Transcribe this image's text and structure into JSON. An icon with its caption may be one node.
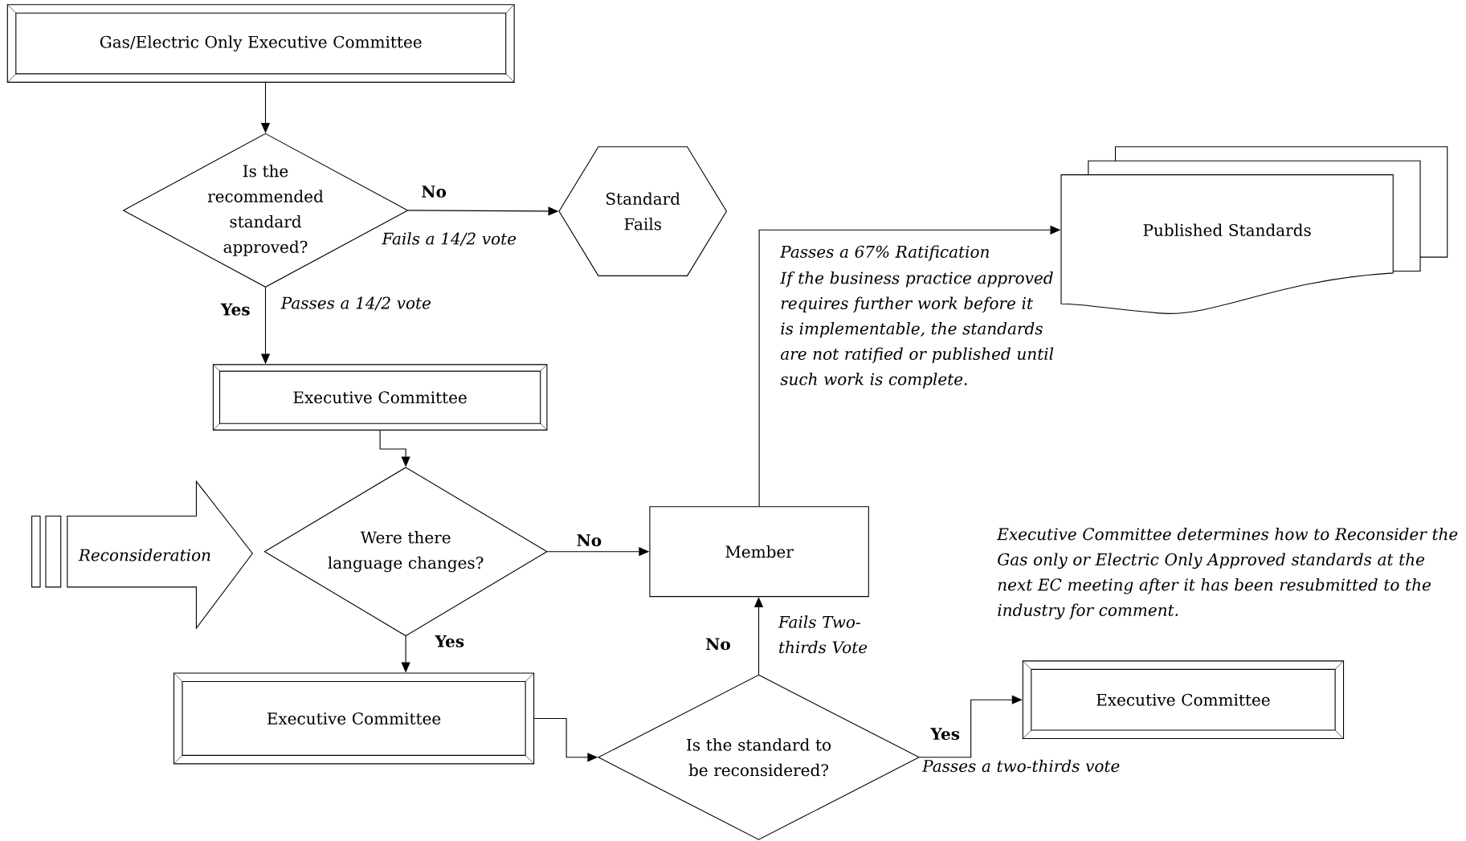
{
  "diagram": {
    "nodes": [
      {
        "text": [
          "Gas/Electric Only Executive Committee"
        ]
      },
      {
        "text": [
          "Is the recommended standard approved?"
        ]
      },
      {
        "text": [
          "Standard Fails"
        ]
      },
      {
        "text": [
          "Published Standards"
        ]
      },
      {
        "text": [
          "Executive Committee"
        ]
      },
      {
        "text": [
          "Reconsideration"
        ]
      },
      {
        "text": [
          "Were there language changes?"
        ]
      },
      {
        "text": [
          "Member"
        ]
      },
      {
        "text": [
          "Executive Committee"
        ]
      },
      {
        "text": [
          "Is the standard to be reconsidered?"
        ]
      },
      {
        "text": [
          "Executive Committee"
        ],
        "beside": [
          "Executive Committee determines how to Reconsider the Gas only or Electric Only Approved standards at the next EC meeting after it has been resubmitted to the industry for comment."
        ]
      }
    ],
    "edges": [
      {
        "from": 0,
        "to": 1,
        "arrow": "to"
      },
      {
        "from": 1,
        "to": 2,
        "arrow": "to",
        "label": "No"
      },
      {
        "from": 1,
        "to": 4,
        "arrow": "to",
        "label": "Yes"
      },
      {
        "from": 4,
        "to": 6,
        "arrow": "to"
      },
      {
        "from": 6,
        "to": 7,
        "arrow": "to",
        "label": "No"
      },
      {
        "from": 6,
        "to": 8,
        "arrow": "to",
        "label": "Yes"
      },
      {
        "from": 8,
        "to": 9,
        "arrow": "to"
      },
      {
        "from": 9,
        "to": 7,
        "arrow": "to",
        "label": "No"
      },
      {
        "from": 9,
        "to": 10,
        "arrow": "to",
        "label": "Yes"
      },
      {
        "from": 7,
        "to": 3,
        "arrow": "to"
      }
    ],
    "labels": [
      "Fails a 14/2 vote",
      "Passes a 14/2 vote",
      "Passes a 67% Ratification",
      "If the business practice approved requires further work before it is implementable, the standards are not ratified or published until such work is complete.",
      "Fails Two-thirds Vote",
      "Passes a two-thirds vote"
    ]
  }
}
